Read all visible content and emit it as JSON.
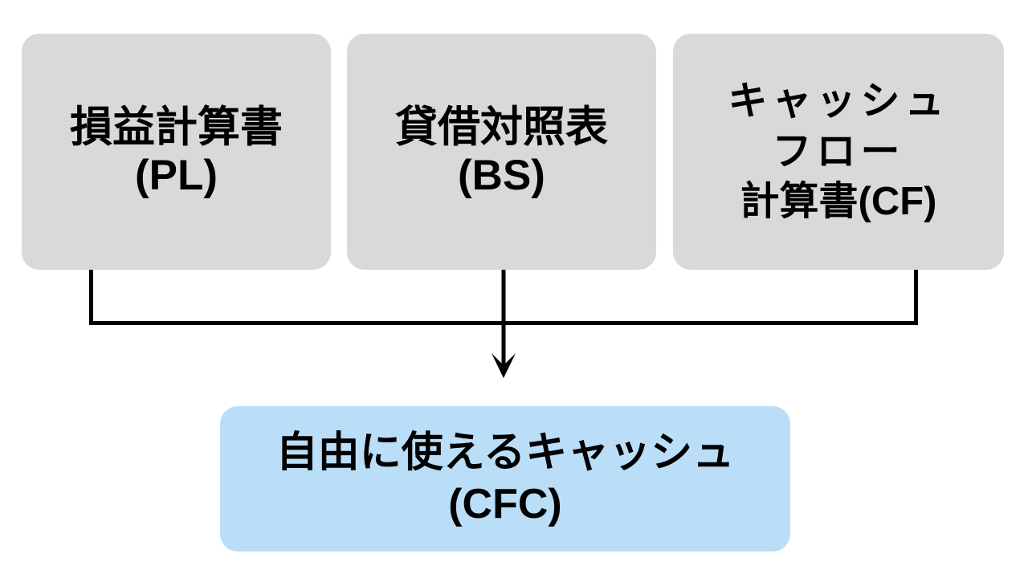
{
  "diagram": {
    "title_visible": false,
    "background_color": "#FFFFFF",
    "source_node_color": "#D9D9D9",
    "result_node_color": "#BBDEF8",
    "connector_color": "#000000",
    "sources": [
      {
        "id": "pl",
        "lines": [
          "損益計算書",
          "(PL)"
        ],
        "label": "損益計算書 (PL)",
        "abbr": "PL"
      },
      {
        "id": "bs",
        "lines": [
          "貸借対照表",
          "(BS)"
        ],
        "label": "貸借対照表 (BS)",
        "abbr": "BS"
      },
      {
        "id": "cf",
        "lines": [
          "キャッシュ",
          "フロー",
          "計算書(CF)"
        ],
        "label": "キャッシュフロー計算書(CF)",
        "abbr": "CF"
      }
    ],
    "result": {
      "id": "cfc",
      "lines": [
        "自由に使えるキャッシュ",
        "(CFC)"
      ],
      "label": "自由に使えるキャッシュ (CFC)",
      "abbr": "CFC"
    },
    "connector": {
      "type": "merge-arrow",
      "direction": "down",
      "arrowhead": "chevron"
    }
  }
}
